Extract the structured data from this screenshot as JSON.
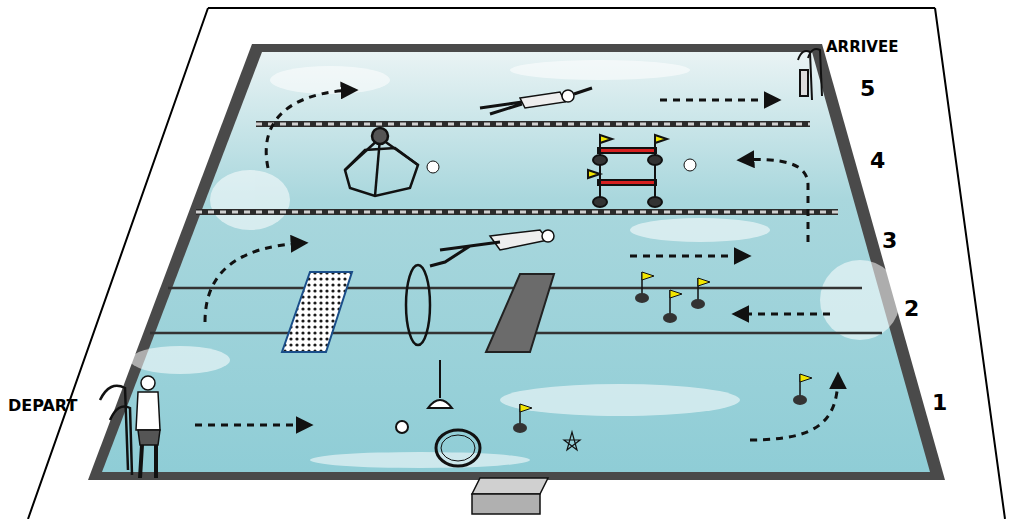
{
  "diagram": {
    "labels": [
      "ARRIVEE",
      "5",
      "4",
      "3",
      "2",
      "DEPART",
      "1"
    ]
  }
}
